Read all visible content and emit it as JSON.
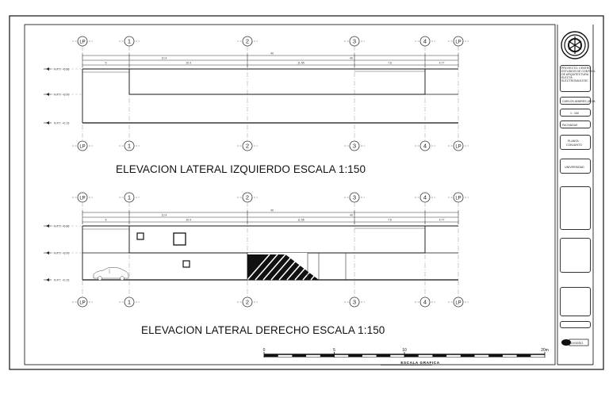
{
  "sheet": {
    "grid_labels": [
      "LP",
      "1",
      "2",
      "3",
      "4",
      "LP"
    ],
    "elevation_1": {
      "title": "ELEVACION LATERAL IZQUIERDO ESCALA 1:150",
      "level_labels": [
        "N.P.T. +5.86",
        "N.P.T. +3.00",
        "N.P.T. +0.15"
      ],
      "overall_dim": "40",
      "segment_dims": [
        "5",
        "10.4",
        "11.55",
        "7.6",
        "4.77"
      ],
      "mid_dims": [
        "10.4",
        "40"
      ]
    },
    "elevation_2": {
      "title": "ELEVACION LATERAL DERECHO ESCALA 1:150",
      "level_labels": [
        "N.P.T. +5.86",
        "N.P.T. +3.00",
        "N.P.T. +0.15"
      ],
      "overall_dim": "40",
      "segment_dims": [
        "5",
        "10.4",
        "11.55",
        "7.6",
        "4.77"
      ],
      "mid_dims": [
        "10.4",
        "40"
      ]
    },
    "graphic_scale": {
      "label": "ESCALA GRAFICA",
      "ticks": [
        "0",
        "5",
        "10",
        "20m"
      ]
    }
  },
  "title_block": {
    "project_lines": [
      "PROYECTO: CENTRO",
      "ESTUDIOS DE CONTROL",
      "DE ARQUITECTURA",
      "ELECTA",
      "ELECTRONICA ESC"
    ],
    "author": "CARLOS ANDRES VEGA",
    "scale": "1 : 150",
    "subject": "FACHADAS",
    "sheet_name_lines": [
      "PLANTA",
      "CONJUNTO"
    ],
    "university": "UNIVERSIDAD",
    "logo_text": "DISEÑO"
  }
}
